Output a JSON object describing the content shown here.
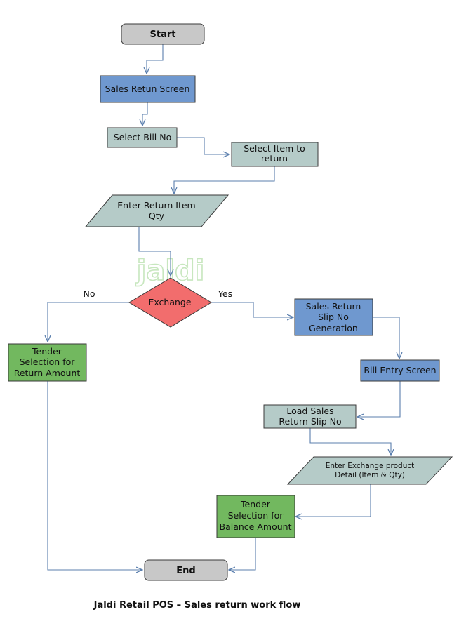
{
  "nodes": {
    "start": "Start",
    "sales_return_screen": "Sales Retun Screen",
    "select_bill_no": "Select Bill No",
    "select_item": [
      "Select Item to",
      "return"
    ],
    "enter_return_qty": [
      "Enter Return Item",
      "Qty"
    ],
    "exchange": "Exchange",
    "tender_return": [
      "Tender",
      "Selection for",
      "Return Amount"
    ],
    "slip_generation": [
      "Sales Return",
      "Slip No",
      "Generation"
    ],
    "bill_entry": "Bill Entry Screen",
    "load_slip": [
      "Load Sales",
      "Return Slip No"
    ],
    "enter_exchange": [
      "Enter Exchange product",
      "Detail (Item & Qty)"
    ],
    "tender_balance": [
      "Tender",
      "Selection for",
      "Balance Amount"
    ],
    "end": "End"
  },
  "edge_labels": {
    "no": "No",
    "yes": "Yes"
  },
  "watermark": "jaldi",
  "caption": "Jaldi Retail POS – Sales return work flow",
  "colors": {
    "terminal": "#c8c8c8",
    "screen": "#6f98cf",
    "step": "#b5cbc8",
    "decision": "#f26d6d",
    "tender": "#72b85f",
    "edge": "#5b7fae"
  }
}
